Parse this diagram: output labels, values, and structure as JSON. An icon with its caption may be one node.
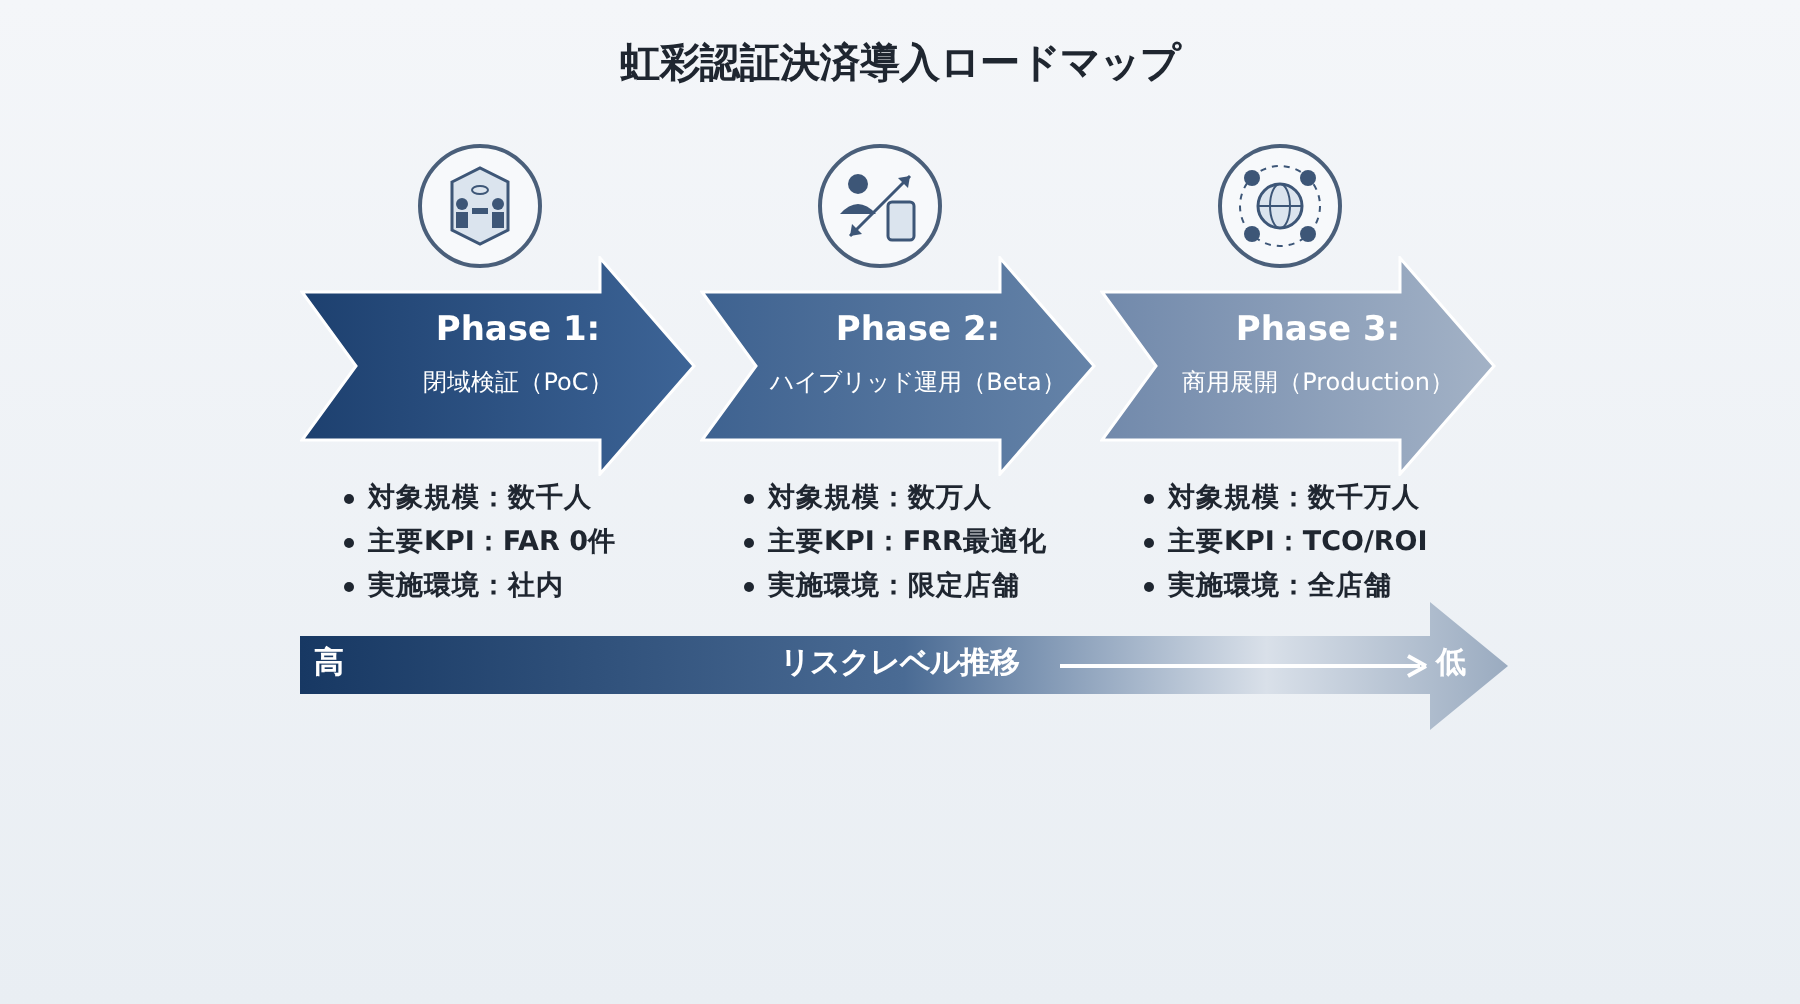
{
  "diagram": {
    "title": "虹彩認証決済導入ロードマップ",
    "nodes": [
      {
        "text": [
          "Phase 1:",
          "閉域検証（PoC）"
        ],
        "beside": [
          "対象規模：数千人",
          "主要KPI：FAR 0件",
          "実施環境：社内"
        ]
      },
      {
        "text": [
          "Phase 2:",
          "ハイブリッド運用（Beta）"
        ],
        "beside": [
          "対象規模：数万人",
          "主要KPI：FRR最適化",
          "実施環境：限定店舗"
        ]
      },
      {
        "text": [
          "Phase 3:",
          "商用展開（Production）"
        ],
        "beside": [
          "対象規模：数千万人",
          "主要KPI：TCO/ROI",
          "実施環境：全店舗"
        ]
      }
    ],
    "labels": [
      "高",
      "リスクレベル推移",
      "低"
    ]
  }
}
